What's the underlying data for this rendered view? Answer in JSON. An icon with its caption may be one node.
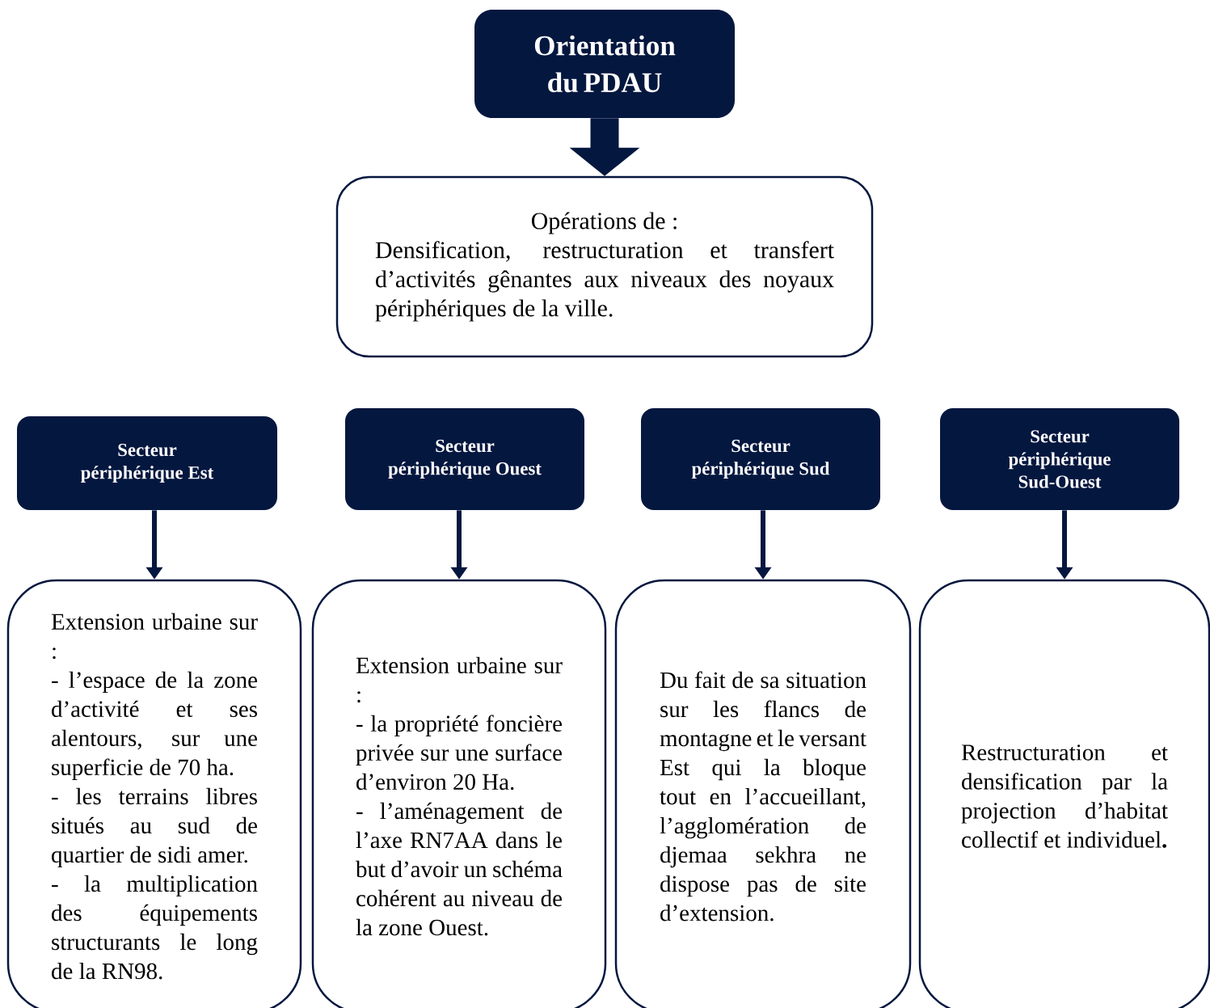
{
  "diagram": {
    "nodes": [
      {
        "text": [
          "Orientation du PDAU"
        ]
      },
      {
        "text": [
          "Opérations de :",
          "Densification, restructuration et transfert d’activités gênantes aux niveaux des noyaux périphériques de la ville."
        ]
      },
      {
        "text": [
          "Secteur périphérique Est"
        ]
      },
      {
        "text": [
          "Secteur périphérique Ouest"
        ]
      },
      {
        "text": [
          "Secteur périphérique Sud"
        ]
      },
      {
        "text": [
          "Secteur périphérique Sud-Ouest"
        ]
      },
      {
        "text": [
          "Extension urbaine sur :",
          "- l’espace de la zone d’activité et ses alentours, sur une superficie de 70 ha.",
          "- les terrains libres situés au sud de quartier de sidi amer.",
          "- la multiplication des équipements structurants le long de la RN98."
        ]
      },
      {
        "text": [
          "Extension urbaine sur :",
          "- la propriété foncière privée sur une surface d’environ 20 Ha.",
          "- l’aménagement de l’axe RN7AA dans le but d’avoir un schéma cohérent au niveau de la zone Ouest."
        ]
      },
      {
        "text": [
          "Du fait de sa situation sur les flancs de montagne et le versant Est qui la bloque tout en l’accueillant, l’agglomération de djemaa sekhra ne dispose pas de site d’extension."
        ]
      },
      {
        "text": [
          "Restructuration et densification par la projection d’habitat collectif et individuel**.**"
        ]
      }
    ],
    "edges": [
      {
        "from": 0,
        "to": 1,
        "arrow": "to",
        "style": "thick"
      },
      {
        "from": 2,
        "to": 6,
        "arrow": "to"
      },
      {
        "from": 3,
        "to": 7,
        "arrow": "to"
      },
      {
        "from": 4,
        "to": 8,
        "arrow": "to"
      },
      {
        "from": 5,
        "to": 9,
        "arrow": "to"
      }
    ]
  }
}
